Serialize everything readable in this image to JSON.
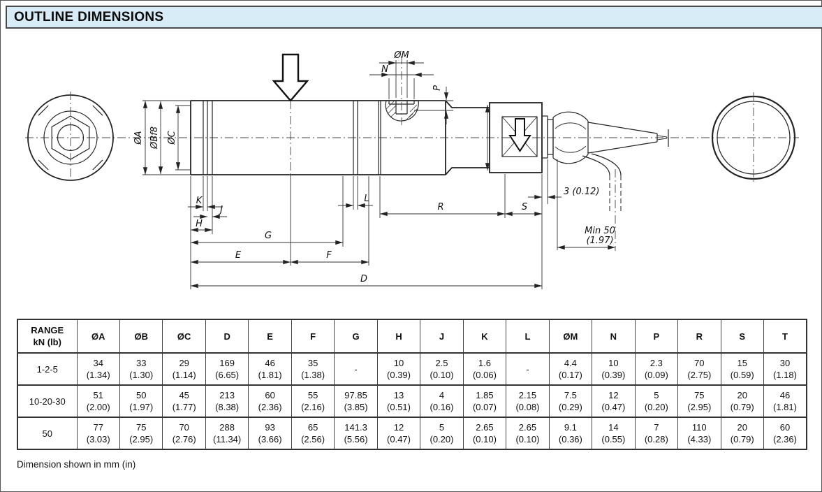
{
  "title": "OUTLINE DIMENSIONS",
  "colors": {
    "header_bg": "#d8ecf8",
    "line": "#222222"
  },
  "drawing": {
    "labels": {
      "dia_a": "ØA",
      "dia_b": "ØBf8",
      "dia_c": "ØC",
      "dia_m": "ØM",
      "n": "N",
      "p": "P",
      "k": "K",
      "j": "J",
      "h": "H",
      "g": "G",
      "e": "E",
      "f": "F",
      "l": "L",
      "r": "R",
      "s": "S",
      "d": "D",
      "gland_offset": "3 (0.12)",
      "min_bend_line1": "Min 50",
      "min_bend_line2": "(1.97)"
    }
  },
  "table": {
    "range_header": [
      "RANGE",
      "kN (lb)"
    ],
    "columns": [
      "ØA",
      "ØB",
      "ØC",
      "D",
      "E",
      "F",
      "G",
      "H",
      "J",
      "K",
      "L",
      "ØM",
      "N",
      "P",
      "R",
      "S",
      "T"
    ],
    "rows": [
      {
        "range": "1-2-5",
        "cells": [
          [
            "34",
            "(1.34)"
          ],
          [
            "33",
            "(1.30)"
          ],
          [
            "29",
            "(1.14)"
          ],
          [
            "169",
            "(6.65)"
          ],
          [
            "46",
            "(1.81)"
          ],
          [
            "35",
            "(1.38)"
          ],
          [
            "-",
            ""
          ],
          [
            "10",
            "(0.39)"
          ],
          [
            "2.5",
            "(0.10)"
          ],
          [
            "1.6",
            "(0.06)"
          ],
          [
            "-",
            ""
          ],
          [
            "4.4",
            "(0.17)"
          ],
          [
            "10",
            "(0.39)"
          ],
          [
            "2.3",
            "(0.09)"
          ],
          [
            "70",
            "(2.75)"
          ],
          [
            "15",
            "(0.59)"
          ],
          [
            "30",
            "(1.18)"
          ]
        ]
      },
      {
        "range": "10-20-30",
        "cells": [
          [
            "51",
            "(2.00)"
          ],
          [
            "50",
            "(1.97)"
          ],
          [
            "45",
            "(1.77)"
          ],
          [
            "213",
            "(8.38)"
          ],
          [
            "60",
            "(2.36)"
          ],
          [
            "55",
            "(2.16)"
          ],
          [
            "97.85",
            "(3.85)"
          ],
          [
            "13",
            "(0.51)"
          ],
          [
            "4",
            "(0.16)"
          ],
          [
            "1.85",
            "(0.07)"
          ],
          [
            "2.15",
            "(0.08)"
          ],
          [
            "7.5",
            "(0.29)"
          ],
          [
            "12",
            "(0.47)"
          ],
          [
            "5",
            "(0.20)"
          ],
          [
            "75",
            "(2.95)"
          ],
          [
            "20",
            "(0.79)"
          ],
          [
            "46",
            "(1.81)"
          ]
        ]
      },
      {
        "range": "50",
        "cells": [
          [
            "77",
            "(3.03)"
          ],
          [
            "75",
            "(2.95)"
          ],
          [
            "70",
            "(2.76)"
          ],
          [
            "288",
            "(11.34)"
          ],
          [
            "93",
            "(3.66)"
          ],
          [
            "65",
            "(2.56)"
          ],
          [
            "141.3",
            "(5.56)"
          ],
          [
            "12",
            "(0.47)"
          ],
          [
            "5",
            "(0.20)"
          ],
          [
            "2.65",
            "(0.10)"
          ],
          [
            "2.65",
            "(0.10)"
          ],
          [
            "9.1",
            "(0.36)"
          ],
          [
            "14",
            "(0.55)"
          ],
          [
            "7",
            "(0.28)"
          ],
          [
            "110",
            "(4.33)"
          ],
          [
            "20",
            "(0.79)"
          ],
          [
            "60",
            "(2.36)"
          ]
        ]
      }
    ]
  },
  "footer": "Dimension shown in mm (in)"
}
